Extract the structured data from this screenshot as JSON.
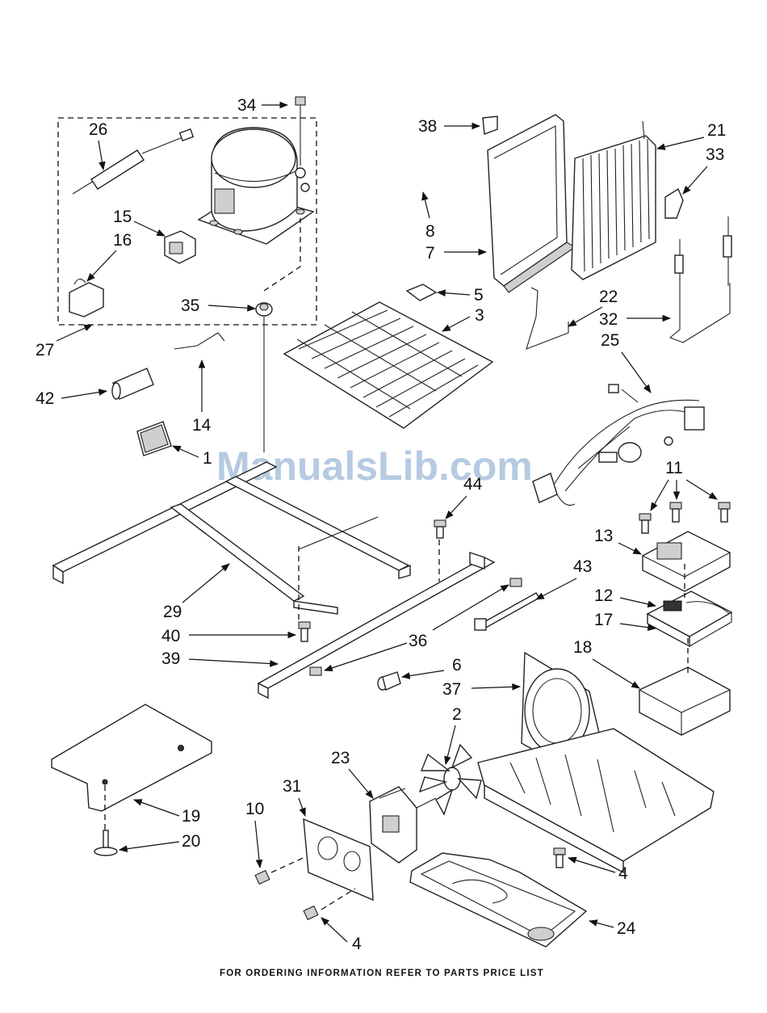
{
  "footer": "FOR ORDERING INFORMATION REFER TO PARTS PRICE LIST",
  "watermark": "ManualsLib.com",
  "callouts": [
    "34",
    "26",
    "38",
    "21",
    "33",
    "15",
    "16",
    "8",
    "7",
    "5",
    "22",
    "32",
    "35",
    "3",
    "27",
    "42",
    "14",
    "25",
    "1",
    "11",
    "44",
    "13",
    "43",
    "29",
    "12",
    "40",
    "17",
    "36",
    "39",
    "6",
    "18",
    "37",
    "2",
    "23",
    "31",
    "10",
    "19",
    "20",
    "4",
    "24",
    "4"
  ]
}
